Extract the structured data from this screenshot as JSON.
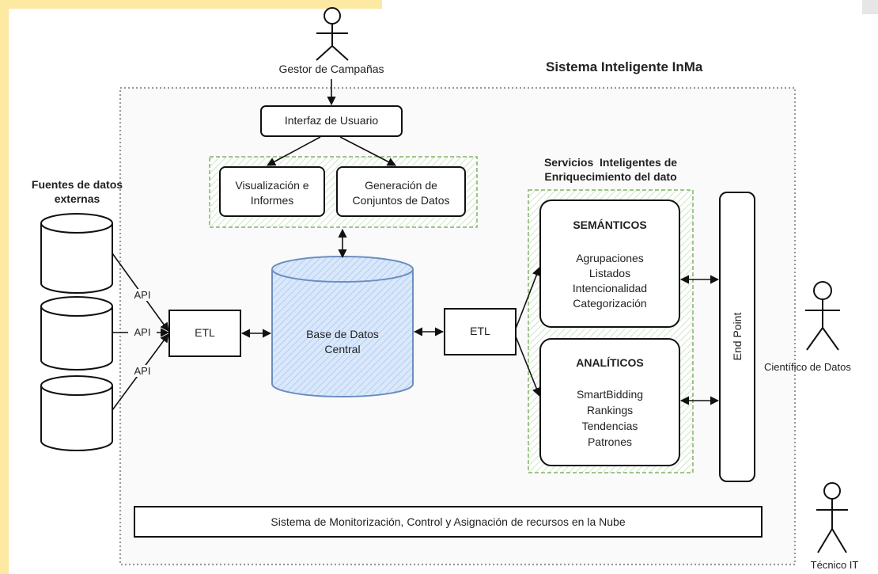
{
  "system_title": "Sistema Inteligente InMa",
  "actors": {
    "campaign_manager": "Gestor de Campañas",
    "data_scientist": "Científico de Datos",
    "it_technician": "Técnico IT"
  },
  "user_interface": "Interfaz de Usuario",
  "visualization_lines": [
    "Visualización e",
    "Informes"
  ],
  "dataset_lines": [
    "Generación de",
    "Conjuntos de Datos"
  ],
  "external_sources_lines": [
    "Fuentes de datos",
    "externas"
  ],
  "api_labels": [
    "API",
    "API",
    "API"
  ],
  "etl_left": "ETL",
  "etl_right": "ETL",
  "central_db_lines": [
    "Base de Datos",
    "Central"
  ],
  "services_title_lines": [
    "Servicios  Inteligentes de",
    "Enriquecimiento del dato"
  ],
  "semantic": {
    "title": "SEMÁNTICOS",
    "items": [
      "Agrupaciones",
      "Listados",
      "Intencionalidad",
      "Categorización"
    ]
  },
  "analytic": {
    "title": "ANALÍTICOS",
    "items": [
      "SmartBidding",
      "Rankings",
      "Tendencias",
      "Patrones"
    ]
  },
  "endpoint": "End Point",
  "monitoring": "Sistema de Monitorización, Control y Asignación de recursos en la Nube",
  "colors": {
    "db_fill": "#dae8fc",
    "db_stroke": "#6c8ebf",
    "green_dashed": "#82b366",
    "green_fill": "#d5e8d4",
    "frame_gray": "#999999",
    "left_band": "#fde9a2"
  }
}
